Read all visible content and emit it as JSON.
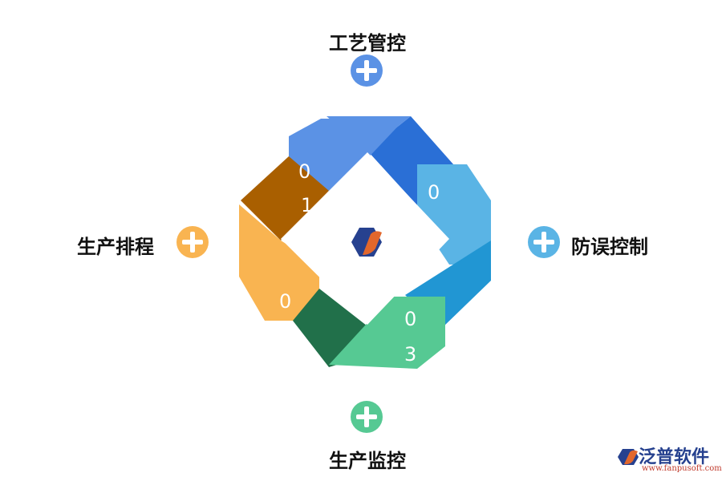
{
  "nodes": [
    {
      "label": "工艺管控",
      "color": "#5b92e5"
    },
    {
      "label": "防误控制",
      "color": "#5ab4e5"
    },
    {
      "label": "生产监控",
      "color": "#56c993"
    },
    {
      "label": "生产排程",
      "color": "#f9b451"
    }
  ],
  "cycle": {
    "num_01": [
      "0",
      "1"
    ],
    "num_02": [
      "0"
    ],
    "num_03": [
      "0",
      "3"
    ],
    "num_04": [
      "0"
    ]
  },
  "brand": {
    "name": "泛普软件",
    "url": "www.fanpusoft.com"
  }
}
